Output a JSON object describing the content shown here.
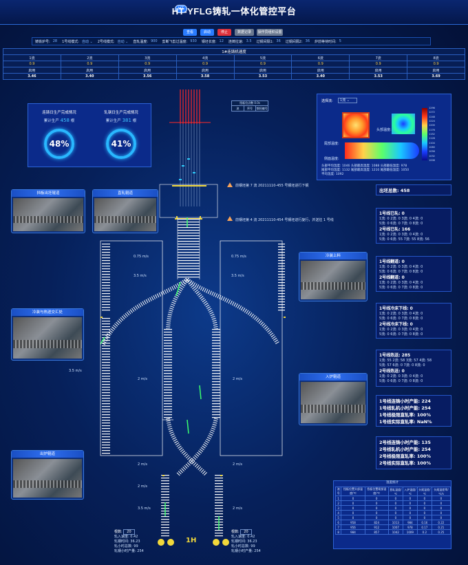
{
  "header": {
    "title": "HT-YFLG铸轧一体化管控平台",
    "logo_text": "HT"
  },
  "buttons": [
    {
      "label": "查看",
      "color": "#2a7cff"
    },
    {
      "label": "启动",
      "color": "#2a7cff"
    },
    {
      "label": "停止",
      "color": "#e0323c"
    },
    {
      "label": "数据记录",
      "color": "#6a7890"
    },
    {
      "label": "操作员组织设置",
      "color": "#6a7890"
    }
  ],
  "params": [
    {
      "label": "铸铁炉号:",
      "value": "28"
    },
    {
      "label": "1号线模式:",
      "value": "自动 ⌄"
    },
    {
      "label": "2号线模式:",
      "value": "自动 ⌄"
    },
    {
      "label": "直轧温度:",
      "value": "900"
    },
    {
      "label": "剪断飞剪过温度:",
      "value": "930"
    },
    {
      "label": "钢坯长度:",
      "value": "12"
    },
    {
      "label": "连铸拉速:",
      "value": "3.5"
    },
    {
      "label": "过钢间隔1:",
      "value": "36"
    },
    {
      "label": "过钢间隔2:",
      "value": "36"
    },
    {
      "label": "炉前等待时间:",
      "value": "5"
    }
  ],
  "speed_table": {
    "caption": "1#连铸机速度",
    "columns": [
      "1流",
      "2流",
      "3流",
      "4流",
      "5流",
      "6流",
      "7流",
      "8流"
    ],
    "set_values": [
      "0.9",
      "0.9",
      "0.9",
      "0.9",
      "0.9",
      "0.9",
      "0.9",
      "0.9"
    ],
    "status": [
      "启用",
      "启用",
      "启用",
      "启用",
      "启用",
      "启用",
      "启用",
      "启用"
    ],
    "actual": [
      "3.46",
      "3.40",
      "3.56",
      "3.58",
      "3.53",
      "3.40",
      "3.53",
      "3.69"
    ]
  },
  "production": {
    "cast_title": "连铸日生产完成情况",
    "cast_label": "累计生产",
    "cast_count": "458",
    "cast_unit": "根",
    "cast_pct": "48%",
    "roll_title": "轧钢日生产完成情况",
    "roll_label": "累计生产",
    "roll_count": "381",
    "roll_unit": "根",
    "roll_pct": "41%"
  },
  "cameras": {
    "c1": "挡板出坯辊道",
    "c2": "直轧辊道",
    "c3": "冷装上料",
    "c4": "冷装与热送交汇处",
    "c5": "入炉辊道",
    "c6": "出炉辊道"
  },
  "alerts": [
    "前钢坯第 7 流 20211110-455 号钢坯进行下钢",
    "前钢坯第 4 流 20211110-454 号钢坯进行旋行，并送往 1 号线"
  ],
  "center_mini": {
    "title": "挡板位点数 0.0s",
    "cols": [
      "流",
      "序号",
      "钢坯编号"
    ]
  },
  "heat": {
    "label": "选择流:",
    "value": "1流 ⌄",
    "tail_label": "尾部温度:",
    "head_label": "头部温度:",
    "side_label": "侧面温度:",
    "stats": [
      "头部平均温度: 1046   头部最高温度: 1088   头部最低温度: 978",
      "尾部平均温度: 1132   尾部最高温度: 1210   尾部最低温度: 1050",
      "平均温度: 1092"
    ],
    "scale": [
      "1296",
      "1272",
      "1248",
      "1224",
      "1200",
      "1176",
      "1152",
      "1128",
      "1104",
      "1080",
      "1056",
      "1032",
      "1008"
    ]
  },
  "right": {
    "total": "出坯总数: 458",
    "p1": [
      "1号线已轧: 0",
      "1流: 0   2流: 0   3流: 0   4流: 0",
      "5流: 0   6流: 0   7流: 0   8流: 0",
      "2号线已轧: 166",
      "1流: 0   2流: 0   3流: 0   4流: 0",
      "5流: 0   6流: 55   7流: 55   8流: 56"
    ],
    "p2": [
      "1号线翻道: 0",
      "1流: 0   2流: 0   3流: 0   4流: 0",
      "5流: 0   6流: 0   7流: 0   8流: 0",
      "2号线翻道: 0",
      "1流: 0   2流: 0   3流: 0   4流: 0",
      "5流: 0   6流: 0   7流: 0   8流: 0"
    ],
    "p3": [
      "1号线冷床下线: 0",
      "1流: 0   2流: 0   3流: 0   4流: 0",
      "5流: 0   6流: 0   7流: 0   8流: 0",
      "2号线冷床下线: 0",
      "1流: 0   2流: 0   3流: 0   4流: 0",
      "5流: 0   6流: 0   7流: 0   8流: 0"
    ],
    "p4": [
      "1号线热送: 285",
      "1流: 55   2流: 58   3流: 57   4流: 58",
      "5流: 57   6流: 0   7流: 0   8流: 0",
      "2号线热送: 0",
      "1流: 0   2流: 0   3流: 0   4流: 0",
      "5流: 0   6流: 0   7流: 0   8流: 0"
    ],
    "k1": [
      "1号线连铸小时产能: 224",
      "1号线轧机小时产能: 254",
      "1号线极限直轧率: 100%",
      "1号线实际直轧率: NaN%"
    ],
    "k2": [
      "2号线连铸小时产能: 135",
      "2号线轧机小时产能: 254",
      "2号线极限直轧率: 100%",
      "2号线实际直轧率: 100%"
    ]
  },
  "stat_table": {
    "caption": "温度统计",
    "header": [
      "流号",
      "挡板位置头部温度/℃",
      "挡板位置尾部温度/℃",
      "直轧温度/℃",
      "入炉温度/℃",
      "头尾温差/℃",
      "头尾温差率/℃/s"
    ],
    "rows": [
      [
        "1",
        "0",
        "0",
        "0",
        "0",
        "0",
        "0"
      ],
      [
        "2",
        "0",
        "0",
        "0",
        "0",
        "0",
        "0"
      ],
      [
        "3",
        "0",
        "0",
        "0",
        "0",
        "0",
        "0"
      ],
      [
        "4",
        "0",
        "0",
        "0",
        "0",
        "0",
        "0"
      ],
      [
        "5",
        "0",
        "0",
        "0",
        "0",
        "0",
        "0"
      ],
      [
        "6",
        "958",
        "824",
        "1013",
        "984",
        "0.16",
        "0.22"
      ],
      [
        "7",
        "956",
        "912",
        "1007",
        "978",
        "0.17",
        "0.21"
      ],
      [
        "8",
        "984",
        "857",
        "1042",
        "1009",
        "0.2",
        "0.25"
      ]
    ]
  },
  "bottom": {
    "left": {
      "lbl": "根数:",
      "val": "20",
      "lines": [
        "轧入速度: 0.42",
        "轧钢时间: 36.23",
        "轧小时总数: 99",
        "轧钢小时产量: 254"
      ]
    },
    "right": {
      "lbl": "根数:",
      "val": "20",
      "lines": [
        "轧入速度: 0.42",
        "轧钢时间: 36.23",
        "轧小时总数: 99",
        "轧钢小时产量: 254"
      ]
    },
    "line_name": "1H"
  },
  "speeds": [
    {
      "id": "s1",
      "v": "0.75",
      "u": "m/s"
    },
    {
      "id": "s2",
      "v": "0.75",
      "u": "m/s"
    },
    {
      "id": "s3",
      "v": "3.5",
      "u": "m/s"
    },
    {
      "id": "s4",
      "v": "3.5",
      "u": "m/s"
    },
    {
      "id": "s5",
      "v": "3.5",
      "u": "m/s"
    },
    {
      "id": "s6",
      "v": "2",
      "u": "m/s"
    },
    {
      "id": "s7",
      "v": "2",
      "u": "m/s"
    },
    {
      "id": "s8",
      "v": "2",
      "u": "m/s"
    },
    {
      "id": "s9",
      "v": "2",
      "u": "m/s"
    },
    {
      "id": "s10",
      "v": "3.5",
      "u": "m/s"
    },
    {
      "id": "s11",
      "v": "2",
      "u": "m/s"
    },
    {
      "id": "s12",
      "v": "2",
      "u": "m/s"
    }
  ]
}
